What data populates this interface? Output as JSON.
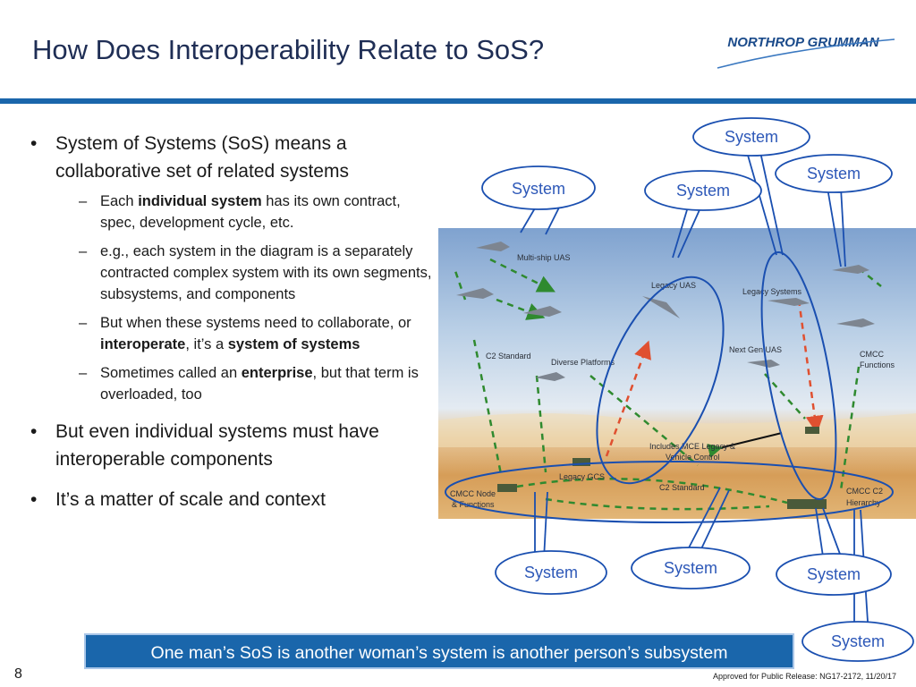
{
  "slide": {
    "title": "How Does Interoperability Relate to SoS?",
    "logo_text": "NORTHROP GRUMMAN",
    "page_number": "8",
    "footer": "Approved for Public Release: NG17-2172, 11/20/17",
    "banner": "One man’s SoS is another woman’s system is another person’s subsystem"
  },
  "bullets": {
    "b1": "System of Systems (SoS) means a collaborative set of related systems",
    "s1": {
      "pre": "Each ",
      "bold": "individual system",
      "post": " has its own contract, spec, development cycle, etc."
    },
    "s2": "e.g., each system in the diagram is a separately contracted complex system with its own segments, subsystems, and components",
    "s3": {
      "pre": "But when these systems need to collaborate, or ",
      "bold1": "interoperate",
      "mid": ", it’s a ",
      "bold2": "system of systems"
    },
    "s4": {
      "pre": "Sometimes called an ",
      "bold": "enterprise",
      "post": ", but that term is overloaded, too"
    },
    "b2": "But even individual systems must have interoperable components",
    "b3": "It’s a matter of scale and context"
  },
  "callouts": [
    "System",
    "System",
    "System",
    "System",
    "System",
    "System",
    "System",
    "System"
  ],
  "diagram_labels": {
    "multi_ship": "Multi-ship UAS",
    "legacy_uas": "Legacy UAS",
    "legacy_systems": "Legacy Systems",
    "c2_standard_left": "C2 Standard",
    "diverse_platforms": "Diverse Platforms",
    "next_gen": "Next Gen UAS",
    "cmcc_functions_1": "CMCC",
    "cmcc_functions_2": "Functions",
    "includes_mce_1": "Includes MCE Legacy &",
    "includes_mce_2": "Vehicle Control",
    "legacy_gcs": "Legacy GCS",
    "c2_standard_bottom": "C2 Standard",
    "cmcc_node_1": "CMCC Node",
    "cmcc_node_2": "& Functions",
    "cmcc_c2_1": "CMCC C2",
    "cmcc_c2_2": "Hierarchy"
  },
  "colors": {
    "accent": "#1a66ab",
    "title": "#1f2e55",
    "callout_text": "#2d58b8",
    "red_link": "#e05030",
    "green_link": "#2f8a2f"
  }
}
